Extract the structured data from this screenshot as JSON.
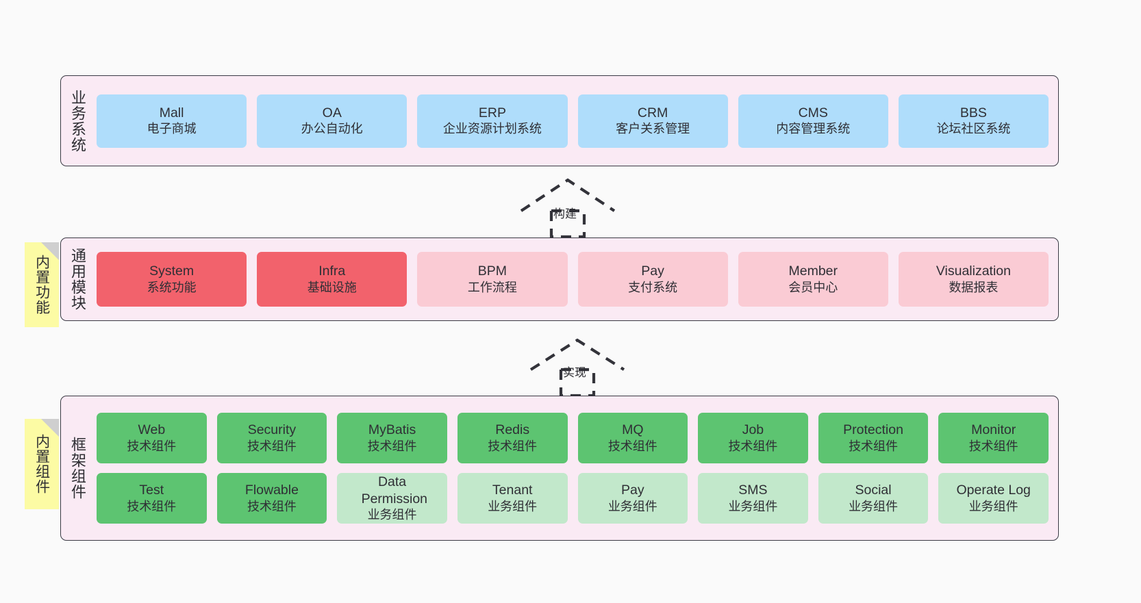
{
  "diagram": {
    "background": "#FAFAFA",
    "panel_bg": "#FAEAF4",
    "panel_border": "#3A3A44",
    "colors": {
      "application": "#AFDDFB",
      "module_core": "#F2626C",
      "module_optional": "#FACBD4",
      "tech_component": "#5DC471",
      "biz_component": "#C2E8CB",
      "sticky": "#FCFBA4",
      "sticky_fold": "#CFCFCF"
    }
  },
  "layers": [
    {
      "id": "business-systems",
      "label": "业务系统",
      "rows": [
        {
          "cards": [
            {
              "title": "Mall",
              "subtitle": "电子商城",
              "style": "c-blue"
            },
            {
              "title": "OA",
              "subtitle": "办公自动化",
              "style": "c-blue"
            },
            {
              "title": "ERP",
              "subtitle": "企业资源计划系统",
              "style": "c-blue"
            },
            {
              "title": "CRM",
              "subtitle": "客户关系管理",
              "style": "c-blue"
            },
            {
              "title": "CMS",
              "subtitle": "内容管理系统",
              "style": "c-blue"
            },
            {
              "title": "BBS",
              "subtitle": "论坛社区系统",
              "style": "c-blue"
            }
          ]
        }
      ]
    },
    {
      "id": "common-modules",
      "label": "通用模块",
      "sticky": "内置功能",
      "rows": [
        {
          "cards": [
            {
              "title": "System",
              "subtitle": "系统功能",
              "style": "c-red"
            },
            {
              "title": "Infra",
              "subtitle": "基础设施",
              "style": "c-red"
            },
            {
              "title": "BPM",
              "subtitle": "工作流程",
              "style": "c-pink"
            },
            {
              "title": "Pay",
              "subtitle": "支付系统",
              "style": "c-pink"
            },
            {
              "title": "Member",
              "subtitle": "会员中心",
              "style": "c-pink"
            },
            {
              "title": "Visualization",
              "subtitle": "数据报表",
              "style": "c-pink"
            }
          ]
        }
      ]
    },
    {
      "id": "framework-components",
      "label": "框架组件",
      "sticky": "内置组件",
      "rows": [
        {
          "cards": [
            {
              "title": "Web",
              "subtitle": "技术组件",
              "style": "c-green"
            },
            {
              "title": "Security",
              "subtitle": "技术组件",
              "style": "c-green"
            },
            {
              "title": "MyBatis",
              "subtitle": "技术组件",
              "style": "c-green"
            },
            {
              "title": "Redis",
              "subtitle": "技术组件",
              "style": "c-green"
            },
            {
              "title": "MQ",
              "subtitle": "技术组件",
              "style": "c-green"
            },
            {
              "title": "Job",
              "subtitle": "技术组件",
              "style": "c-green"
            },
            {
              "title": "Protection",
              "subtitle": "技术组件",
              "style": "c-green"
            },
            {
              "title": "Monitor",
              "subtitle": "技术组件",
              "style": "c-green"
            }
          ]
        },
        {
          "cards": [
            {
              "title": "Test",
              "subtitle": "技术组件",
              "style": "c-green"
            },
            {
              "title": "Flowable",
              "subtitle": "技术组件",
              "style": "c-green"
            },
            {
              "title": "Data Permission",
              "subtitle": "业务组件",
              "style": "c-greenlight"
            },
            {
              "title": "Tenant",
              "subtitle": "业务组件",
              "style": "c-greenlight"
            },
            {
              "title": "Pay",
              "subtitle": "业务组件",
              "style": "c-greenlight"
            },
            {
              "title": "SMS",
              "subtitle": "业务组件",
              "style": "c-greenlight"
            },
            {
              "title": "Social",
              "subtitle": "业务组件",
              "style": "c-greenlight"
            },
            {
              "title": "Operate Log",
              "subtitle": "业务组件",
              "style": "c-greenlight"
            }
          ]
        }
      ]
    }
  ],
  "connectors": [
    {
      "id": "build",
      "label": "构建",
      "from": "common-modules",
      "to": "business-systems"
    },
    {
      "id": "implement",
      "label": "实现",
      "from": "framework-components",
      "to": "common-modules"
    }
  ]
}
